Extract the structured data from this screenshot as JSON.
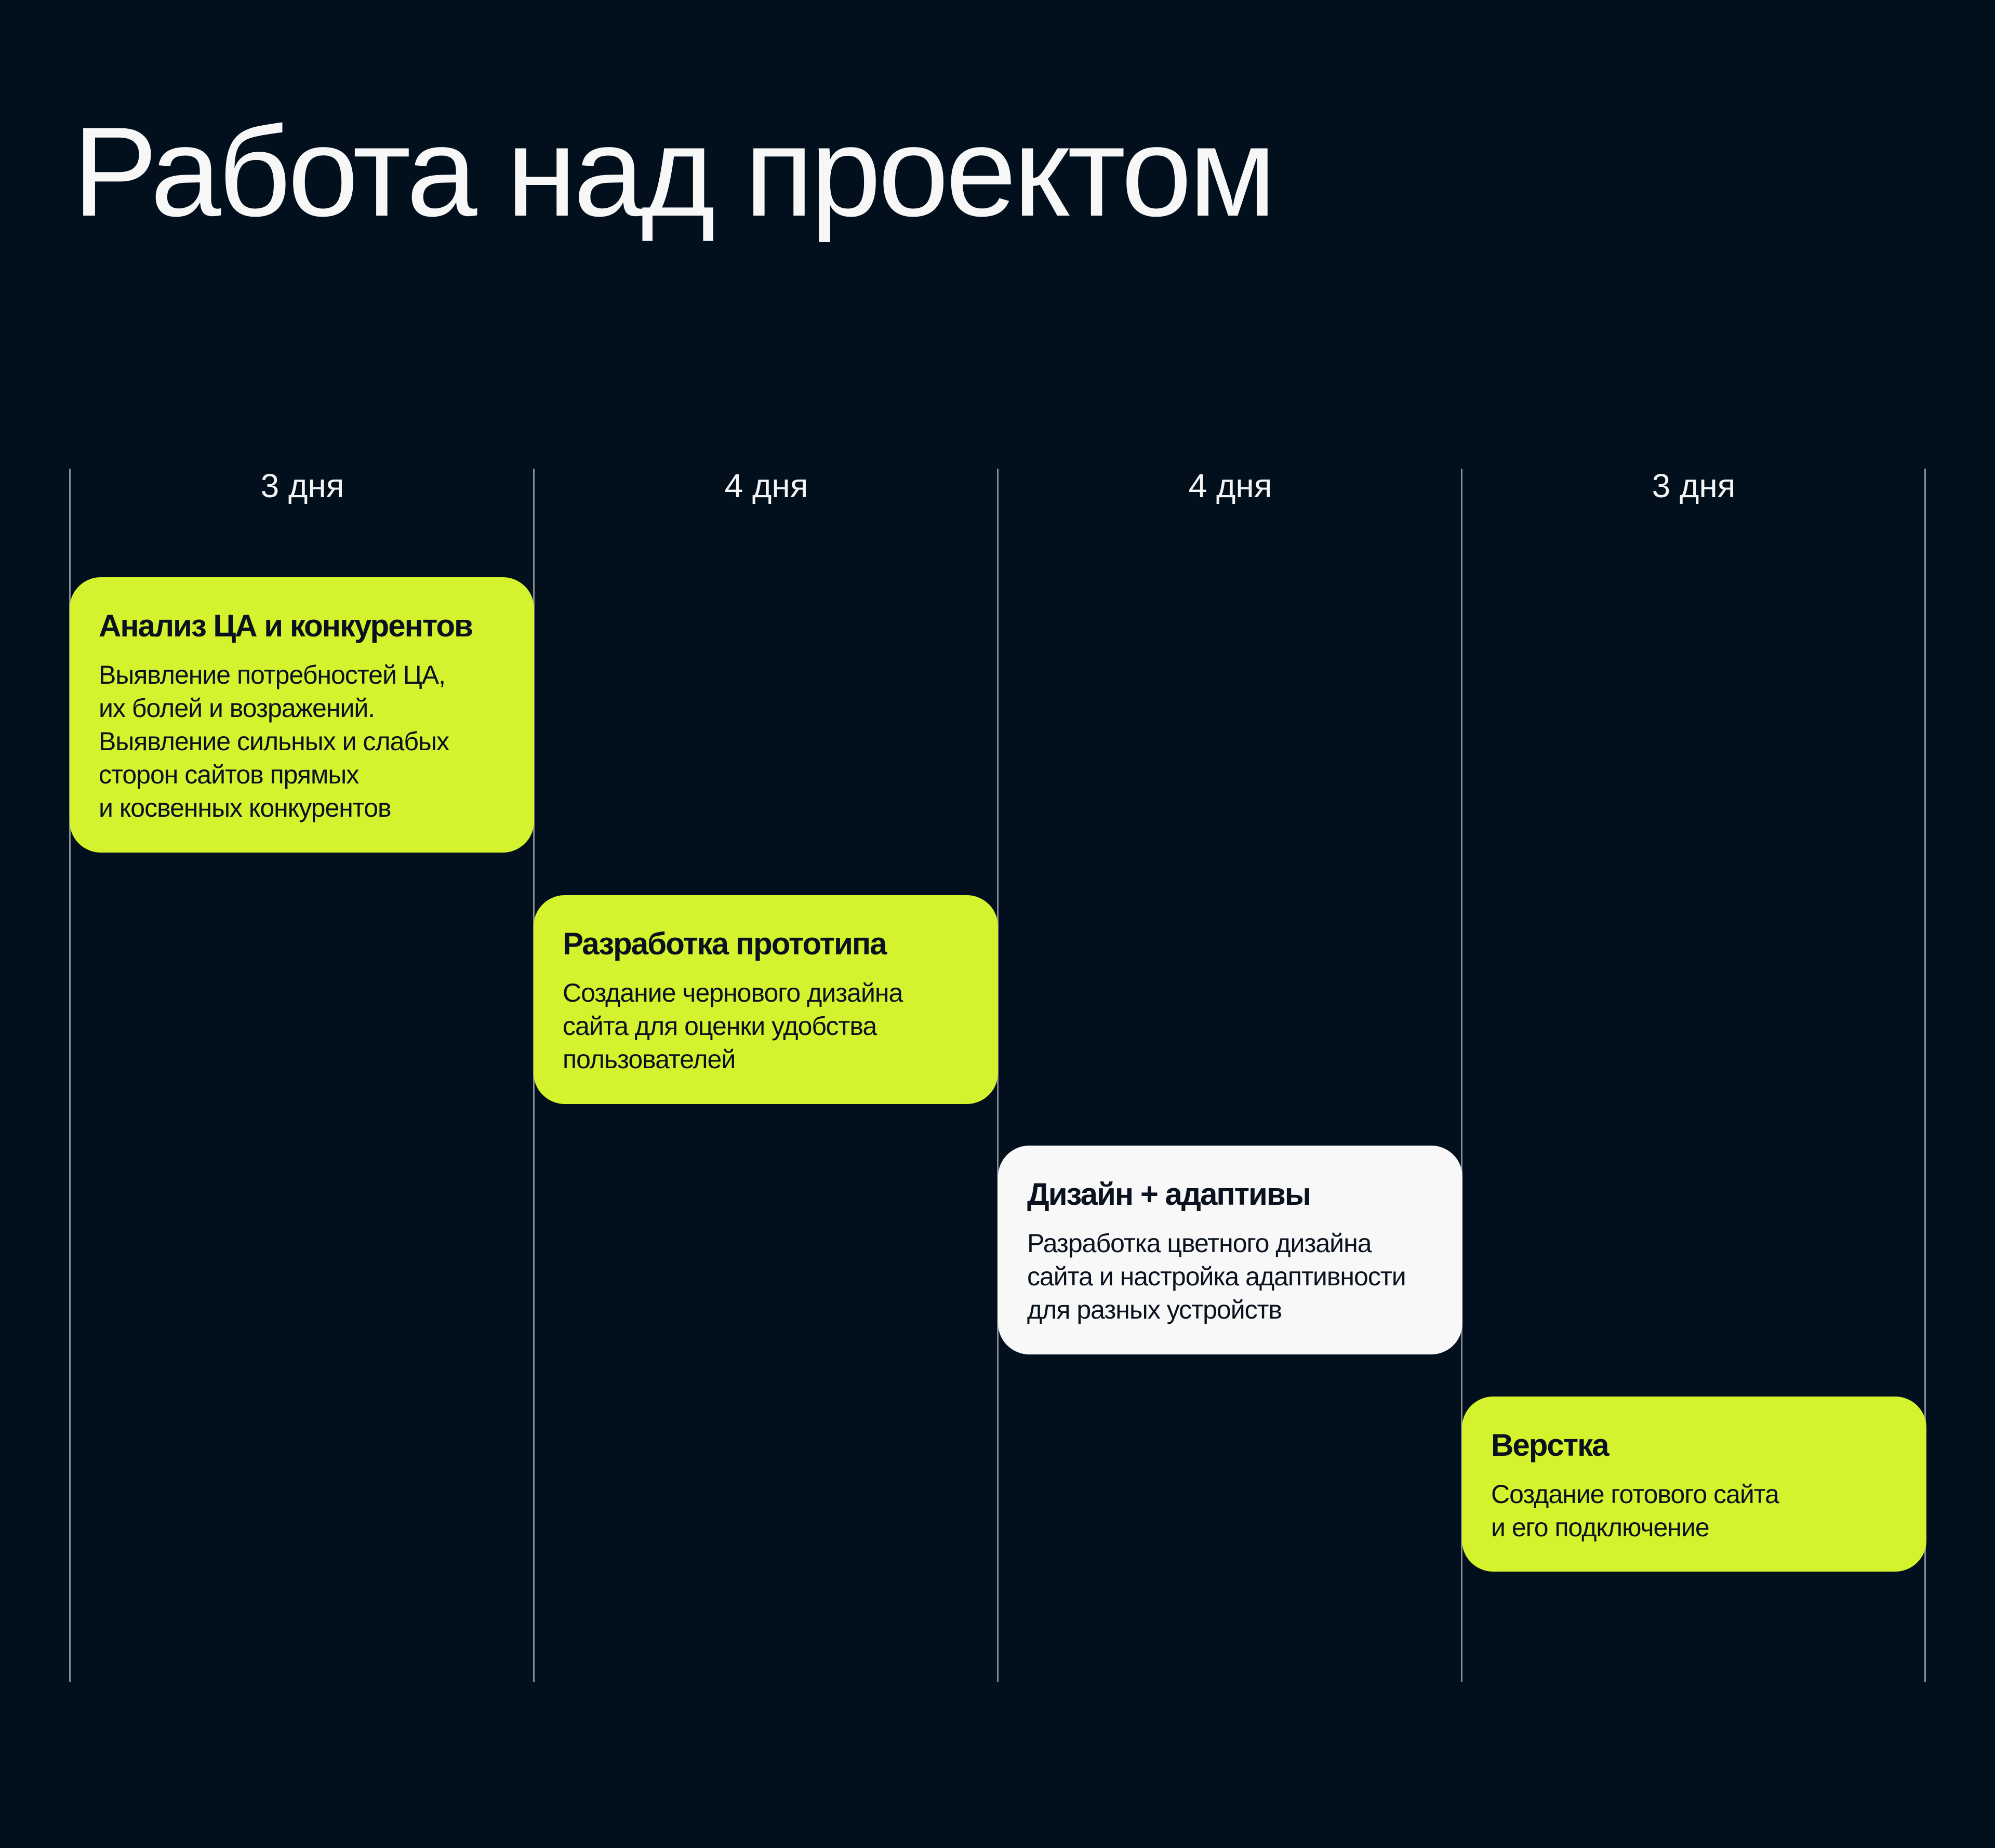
{
  "header": {
    "title": "Работа над проектом"
  },
  "colors": {
    "background": "#020f1c",
    "accent_lime": "#d5f22e",
    "card_white": "#f8f8f8",
    "divider": "#878c96",
    "card_text": "#0a1220",
    "heading_text": "#f7f7f7"
  },
  "timeline": {
    "columns": [
      {
        "duration": "3 дня"
      },
      {
        "duration": "4 дня"
      },
      {
        "duration": "4 дня"
      },
      {
        "duration": "3 дня"
      }
    ],
    "stages": [
      {
        "title": "Анализ ЦА и конкурентов",
        "style": "lime",
        "lines": [
          "Выявление потребностей ЦА,",
          "их болей и возражений.",
          "Выявление сильных и слабых",
          "сторон сайтов прямых",
          "и косвенных конкурентов"
        ]
      },
      {
        "title": "Разработка прототипа",
        "style": "lime",
        "lines": [
          "Создание чернового дизайна",
          "сайта для оценки удобства",
          "пользователей"
        ]
      },
      {
        "title": "Дизайн + адаптивы",
        "style": "white",
        "lines": [
          "Разработка цветного дизайна",
          "сайта и настройка адаптивности",
          "для разных устройств"
        ]
      },
      {
        "title": "Верстка",
        "style": "lime",
        "lines": [
          "Создание готового сайта",
          "и его подключение"
        ]
      }
    ]
  }
}
